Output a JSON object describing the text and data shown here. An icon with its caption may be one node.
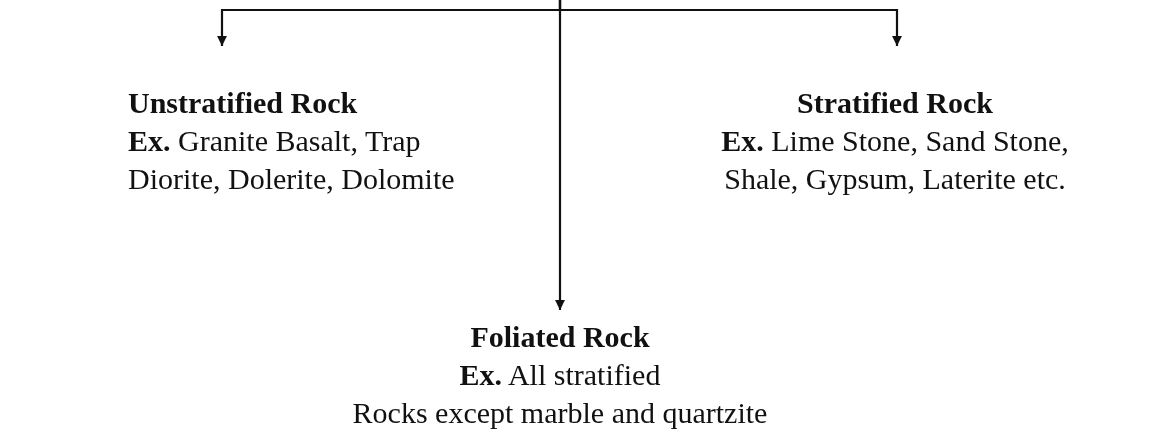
{
  "diagram": {
    "nodes": [
      {
        "text": [
          "Unstratified Rock",
          "**Ex.** Granite Basalt, Trap Diorite, Dolerite, Dolomite"
        ]
      },
      {
        "text": [
          "Stratified Rock",
          "**Ex.** Lime Stone, Sand Stone, Shale, Gypsum, Laterite etc."
        ]
      },
      {
        "text": [
          "Foliated Rock",
          "**Ex.** All stratified Rocks except marble and quartzite"
        ]
      }
    ],
    "edges": [
      {
        "from": null,
        "to": 0,
        "arrow": "to"
      },
      {
        "from": null,
        "to": 1,
        "arrow": "to"
      },
      {
        "from": null,
        "to": 2,
        "arrow": "to"
      }
    ]
  }
}
